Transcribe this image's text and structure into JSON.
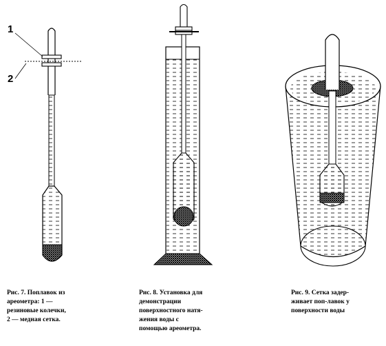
{
  "figures": [
    {
      "id": "fig7",
      "labels": [
        "1",
        "2"
      ],
      "caption_lines": [
        "Рис. 7. Поплавок из",
        "ареометра:   1   —",
        "резиновые   колечки,",
        "2 — медная сетка."
      ]
    },
    {
      "id": "fig8",
      "caption_lines": [
        "Рис. 8. Установка для",
        "демонстрации",
        "поверхностного  натя-",
        "жения    воды    с",
        "помощью ареометра."
      ]
    },
    {
      "id": "fig9",
      "caption_lines": [
        "Рис. 9. Сетка задер-",
        "живает  поп-лавок  у",
        "поверхности воды"
      ]
    }
  ]
}
